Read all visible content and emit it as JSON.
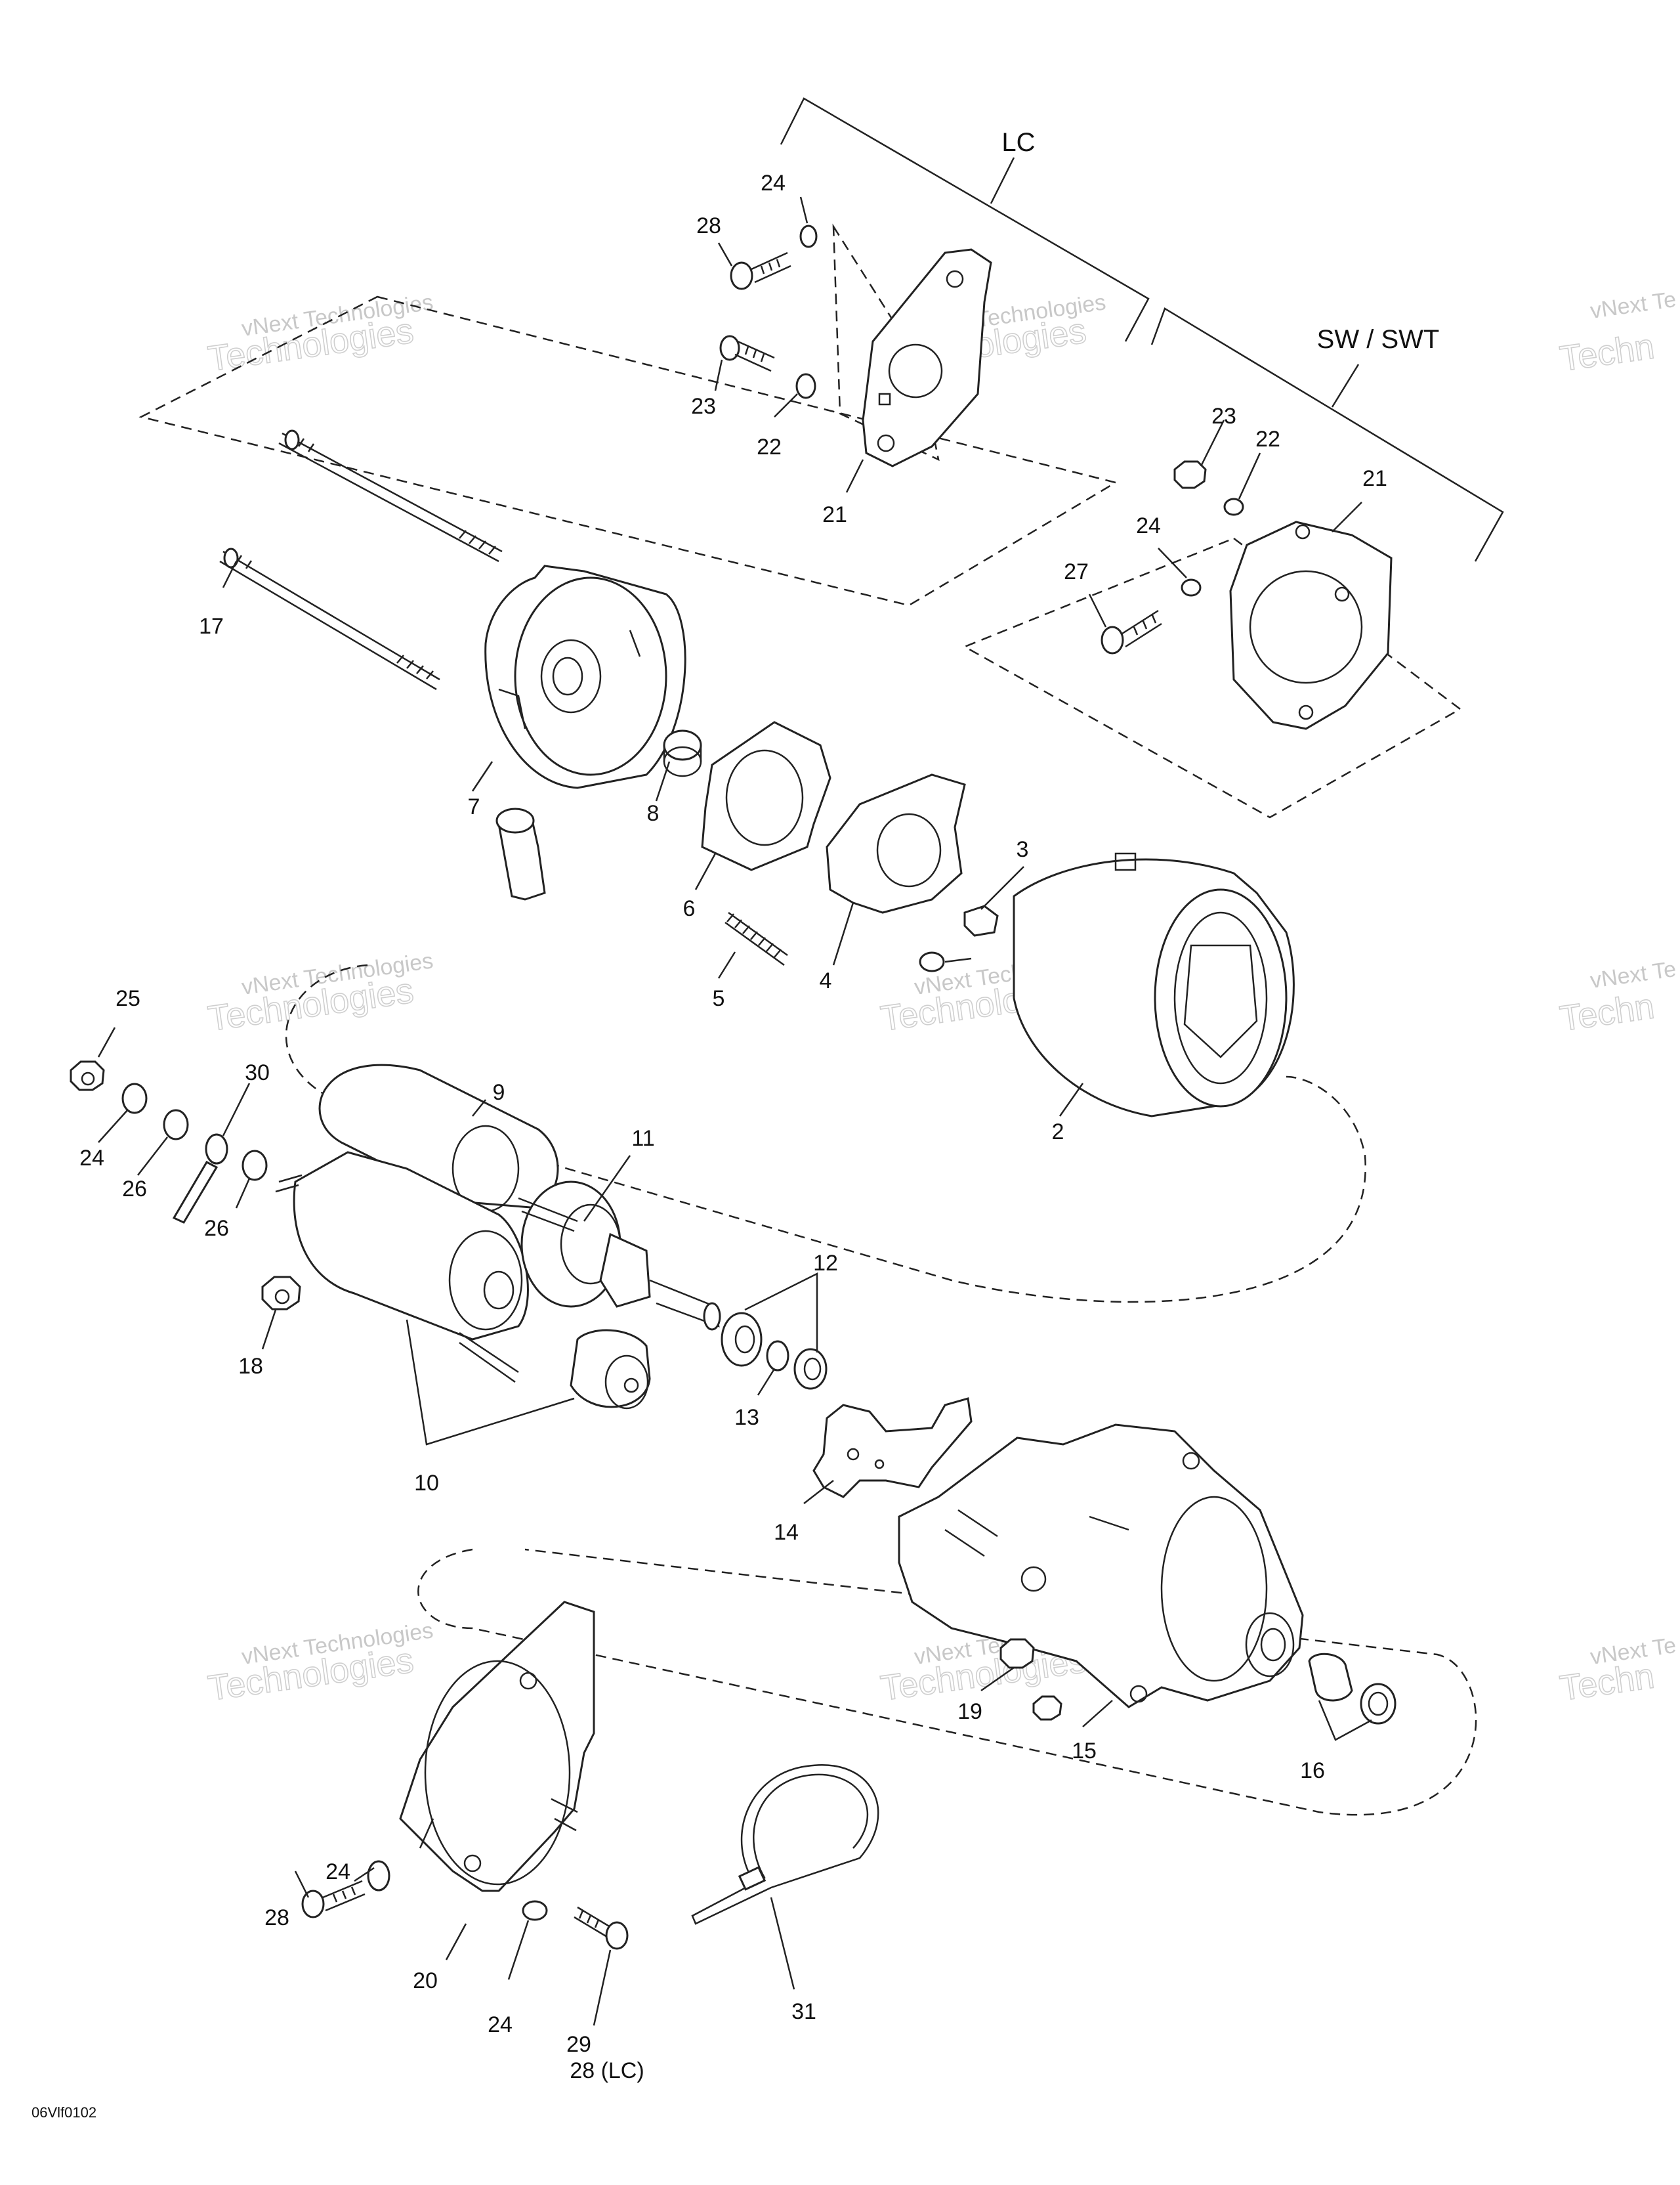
{
  "group_labels": {
    "lc": "LC",
    "sw_swt": "SW / SWT"
  },
  "labels": {
    "p2": "2",
    "p3": "3",
    "p4": "4",
    "p5": "5",
    "p6": "6",
    "p7": "7",
    "p8": "8",
    "p9": "9",
    "p10": "10",
    "p11": "11",
    "p12": "12",
    "p13": "13",
    "p14": "14",
    "p15": "15",
    "p16": "16",
    "p17": "17",
    "p18": "18",
    "p19": "19",
    "p20": "20",
    "p21_lc": "21",
    "p21_sw": "21",
    "p22_lc": "22",
    "p22_sw": "22",
    "p23_lc": "23",
    "p23_sw": "23",
    "p24_lc": "24",
    "p24_sw": "24",
    "p24_bl1": "24",
    "p24_bl2": "24",
    "p24_left": "24",
    "p25": "25",
    "p26_a": "26",
    "p26_b": "26",
    "p27": "27",
    "p28_lc": "28",
    "p28_bl": "28",
    "p29": "29",
    "p29_sub": "28 (LC)",
    "p30": "30",
    "p31": "31"
  },
  "watermark": {
    "line1": "vNext Technologies",
    "line2": "Technologies",
    "partial1": "vNext Te",
    "partial2": "Techn"
  },
  "drawing_code": "06Vlf0102"
}
